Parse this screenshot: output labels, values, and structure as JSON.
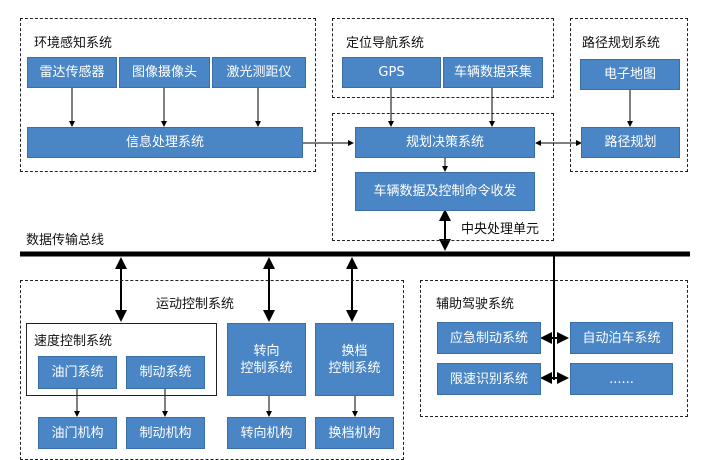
{
  "groups": {
    "perception": "环境感知系统",
    "navigation": "定位导航系统",
    "route": "路径规划系统",
    "cpu": "中央处理单元",
    "bus": "数据传输总线",
    "motion": "运动控制系统",
    "speed": "速度控制系统",
    "adas": "辅助驾驶系统"
  },
  "boxes": {
    "radar": "雷达传感器",
    "camera": "图像摄像头",
    "lidar": "激光测距仪",
    "info": "信息处理系统",
    "gps": "GPS",
    "vehicle_data": "车辆数据采集",
    "emap": "电子地图",
    "path_plan": "路径规划",
    "decision": "规划决策系统",
    "transceiver": "车辆数据及控制命令收发",
    "throttle_sys": "油门系统",
    "brake_sys": "制动系统",
    "steer_sys": "转向\n控制系统",
    "gear_sys": "换档\n控制系统",
    "throttle_mech": "油门机构",
    "brake_mech": "制动机构",
    "steer_mech": "转向机构",
    "gear_mech": "换档机构",
    "aeb": "应急制动系统",
    "parking": "自动泊车系统",
    "speed_limit": "限速识别系统",
    "more": "......"
  },
  "colors": {
    "box_fill": "#4a86c5",
    "line": "#000000"
  }
}
